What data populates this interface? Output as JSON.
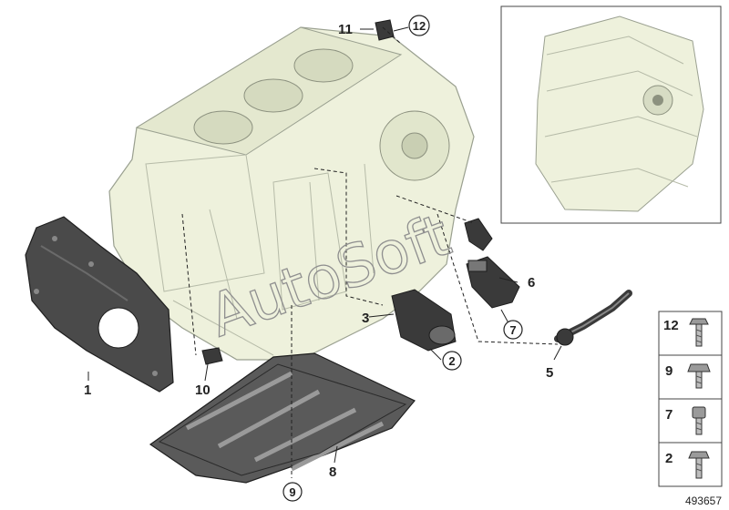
{
  "callouts": {
    "c1": "1",
    "c2": "2",
    "c3": "3",
    "c5": "5",
    "c6": "6",
    "c7": "7",
    "c8": "8",
    "c9": "9",
    "c10": "10",
    "c11": "11",
    "c12": "12"
  },
  "legend": [
    {
      "number": "12",
      "icon": "hex-flange-bolt-icon"
    },
    {
      "number": "9",
      "icon": "hex-flange-bolt-icon"
    },
    {
      "number": "7",
      "icon": "socket-cap-screw-icon"
    },
    {
      "number": "2",
      "icon": "hex-flange-bolt-icon"
    }
  ],
  "watermark": "AutoSoft",
  "diagram_number": "493657",
  "colors": {
    "engine_fill": "#eef1dc",
    "engine_line": "#9aa090",
    "part_dark": "#3a3a3a",
    "line": "#222222"
  }
}
